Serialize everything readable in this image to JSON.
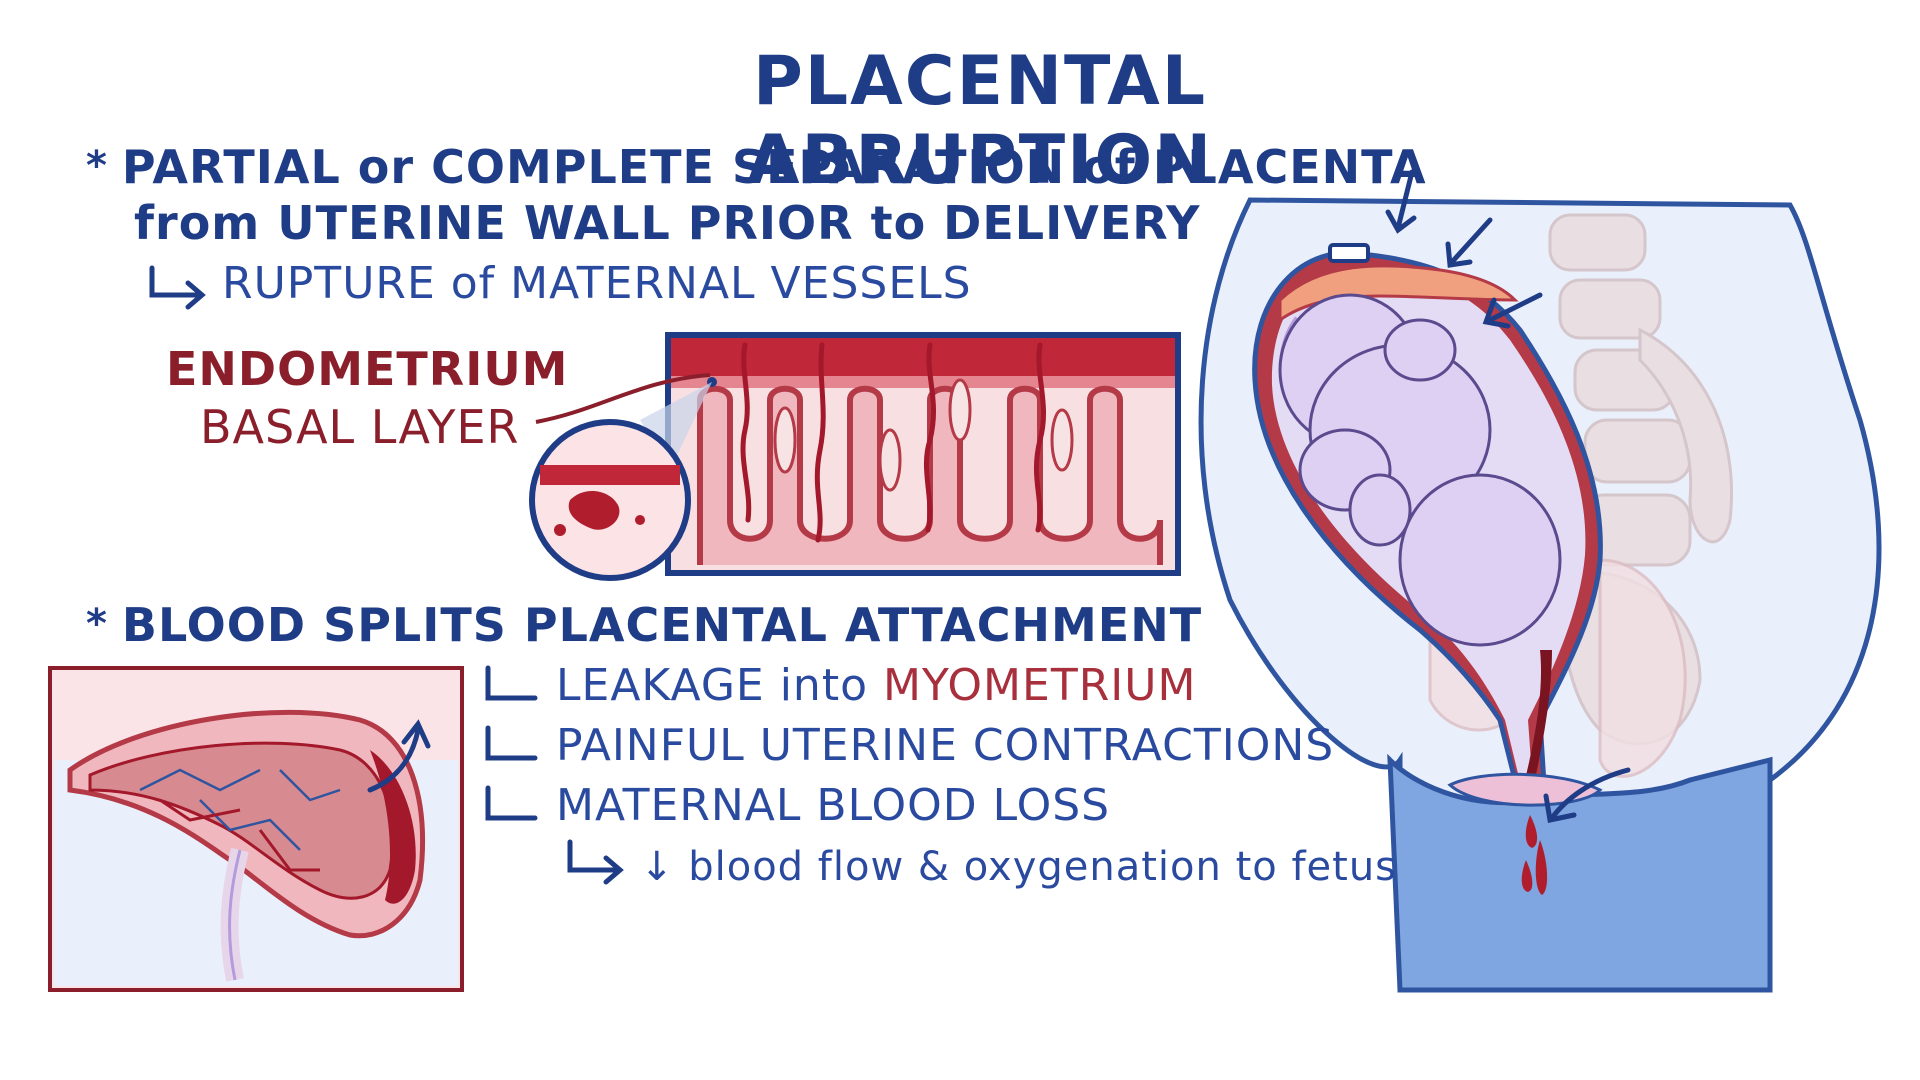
{
  "title": "PLACENTAL ABRUPTION",
  "bullet1": {
    "star": "*",
    "line1": "PARTIAL or COMPLETE SEPARATION of PLACENTA",
    "line2": "from UTERINE WALL PRIOR to DELIVERY",
    "sub": "RUPTURE of MATERNAL VESSELS"
  },
  "endometrium": {
    "label": "ENDOMETRIUM",
    "sub_label": "BASAL LAYER"
  },
  "bullet2": {
    "star": "*",
    "line": "BLOOD SPLITS PLACENTAL ATTACHMENT",
    "items": [
      {
        "prefix": "LEAKAGE into ",
        "highlight": "MYOMETRIUM"
      },
      {
        "prefix": "PAINFUL UTERINE CONTRACTIONS",
        "highlight": ""
      },
      {
        "prefix": "MATERNAL BLOOD LOSS",
        "highlight": ""
      }
    ],
    "consequence": "↓ blood flow & oxygenation to fetus"
  },
  "colors": {
    "navy": "#1f3c86",
    "blue_text": "#2a4aa0",
    "maroon": "#8a1f2b",
    "tissue_pink": "#f3c9cc",
    "blood_red": "#c0283a",
    "fetus_lavender": "#d9cdf0",
    "body_blue": "#7fa6e0"
  },
  "icons": [
    "asterisk-bullet",
    "hooked-arrow",
    "corner-bracket",
    "down-arrow"
  ]
}
